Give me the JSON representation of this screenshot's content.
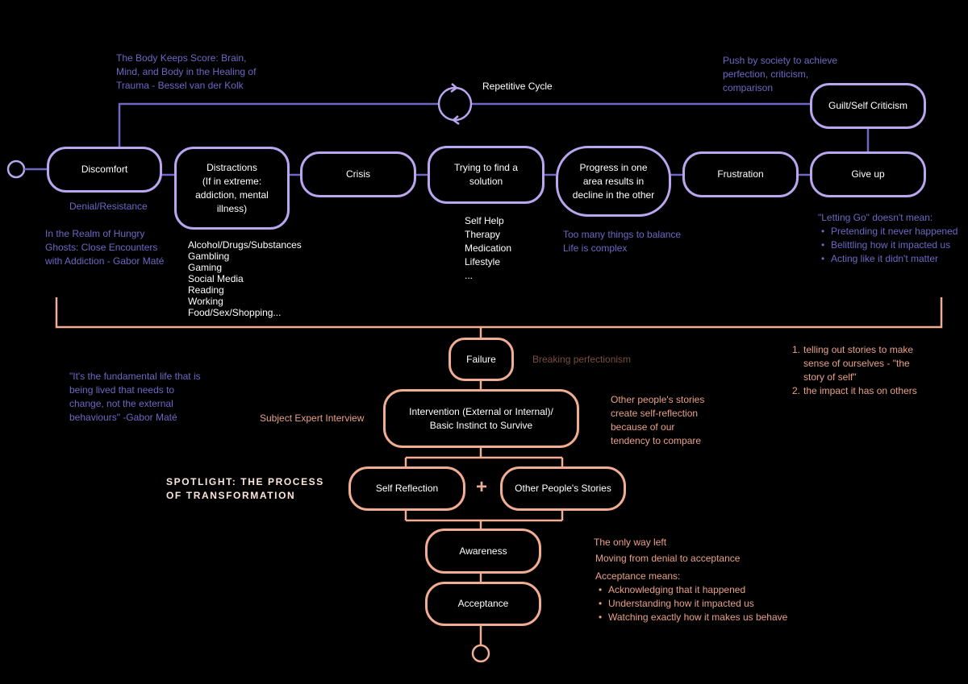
{
  "colors": {
    "top_stroke": "#b9a6ee",
    "bottom_stroke": "#f0ad93",
    "top_line": "#6e67c4",
    "bottom_line": "#f0ad93",
    "purple_text": "#6e67c4",
    "orange_text": "#e8a087"
  },
  "top_nodes": {
    "discomfort": "Discomfort",
    "distractions": [
      "Distractions",
      "(If in extreme:",
      "addiction, mental",
      "illness)"
    ],
    "crisis": "Crisis",
    "trying": [
      "Trying to find a",
      "solution"
    ],
    "progress": [
      "Progress in one",
      "area results in",
      "decline in the other"
    ],
    "frustration": "Frustration",
    "give_up": "Give up",
    "guilt": "Guilt/Self Criticism"
  },
  "top_notes": {
    "body_keeps_score": [
      "The Body Keeps Score: Brain,",
      "Mind, and Body in the Healing of",
      "Trauma - Bessel van der Kolk"
    ],
    "repetitive_cycle": "Repetitive Cycle",
    "push_by_society": [
      "Push by society to achieve",
      "perfection, criticism,",
      "comparison"
    ],
    "denial": "Denial/Resistance",
    "hungry_ghosts": [
      "In the Realm of Hungry",
      "Ghosts: Close Encounters",
      "with Addiction - Gabor Maté"
    ],
    "distraction_list": [
      "Alcohol/Drugs/Substances",
      "Gambling",
      "Gaming",
      "Social Media",
      "Reading",
      "Working",
      "Food/Sex/Shopping..."
    ],
    "solution_list": [
      "Self Help",
      "Therapy",
      "Medication",
      "Lifestyle",
      "..."
    ],
    "balance": [
      "Too many things to balance",
      "Life is complex"
    ],
    "letting_go_title": "\"Letting Go\" doesn't mean:",
    "letting_go_items": [
      "Pretending it never happened",
      "Belittling how it impacted us",
      "Acting like it didn't matter"
    ]
  },
  "bottom_nodes": {
    "failure": "Failure",
    "intervention": [
      "Intervention (External or Internal)/",
      "Basic Instinct to Survive"
    ],
    "self_reflection": "Self Reflection",
    "plus": "+",
    "other_stories": "Other People's Stories",
    "awareness": "Awareness",
    "acceptance": "Acceptance"
  },
  "bottom_notes": {
    "breaking": "Breaking perfectionism",
    "story_items": [
      {
        "num": "1.",
        "lines": [
          "telling out stories to make",
          "sense of ourselves - \"the",
          "story of self\""
        ]
      },
      {
        "num": "2.",
        "lines": [
          "the impact it has on others"
        ]
      }
    ],
    "quote": [
      "\"It's the fundamental life that is",
      "being lived that needs to",
      "change, not the external",
      "behaviours\" -Gabor Maté"
    ],
    "subject_expert": "Subject Expert Interview",
    "other_people_note": [
      "Other people's stories",
      "create self-reflection",
      "because of our",
      "tendency to compare"
    ],
    "spotlight": [
      "SPOTLIGHT:  THE PROCESS",
      "OF TRANSFORMATION"
    ],
    "only_way": "The only way left",
    "moving": "Moving from denial to acceptance",
    "acceptance_means": "Acceptance  means:",
    "acceptance_items": [
      "Acknowledging that it happened",
      "Understanding how it impacted us",
      "Watching exactly how it makes us behave"
    ]
  }
}
